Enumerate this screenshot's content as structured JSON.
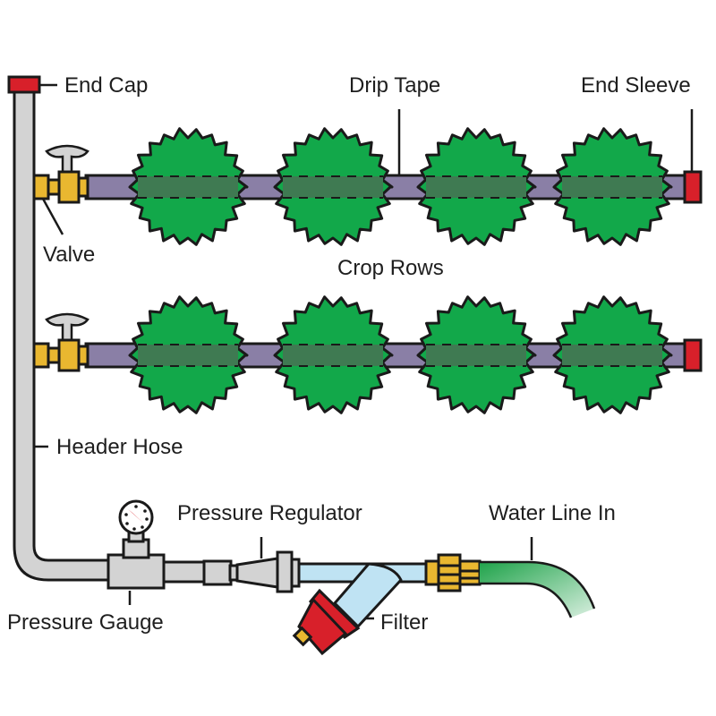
{
  "title": "Drip Irrigation System Layout",
  "labels": {
    "end_cap": "End Cap",
    "drip_tape": "Drip Tape",
    "end_sleeve": "End Sleeve",
    "valve": "Valve",
    "crop_rows": "Crop Rows",
    "header_hose": "Header Hose",
    "pressure_regulator": "Pressure Regulator",
    "water_line_in": "Water Line In",
    "pressure_gauge": "Pressure Gauge",
    "filter": "Filter"
  },
  "components": {
    "rows": 2,
    "plants_per_row": 4
  },
  "colors": {
    "header_hose": "#d3d3d3",
    "drip_tape": "#8a7fa6",
    "plant": "#12a84a",
    "plant_overlap": "#3f7a52",
    "valve": "#e9b730",
    "end_fitting": "#d8202a",
    "filter_body": "#bfe3f3",
    "filter_cap": "#d8202a",
    "water_line": "#1fa34a",
    "connector": "#e9b730"
  }
}
